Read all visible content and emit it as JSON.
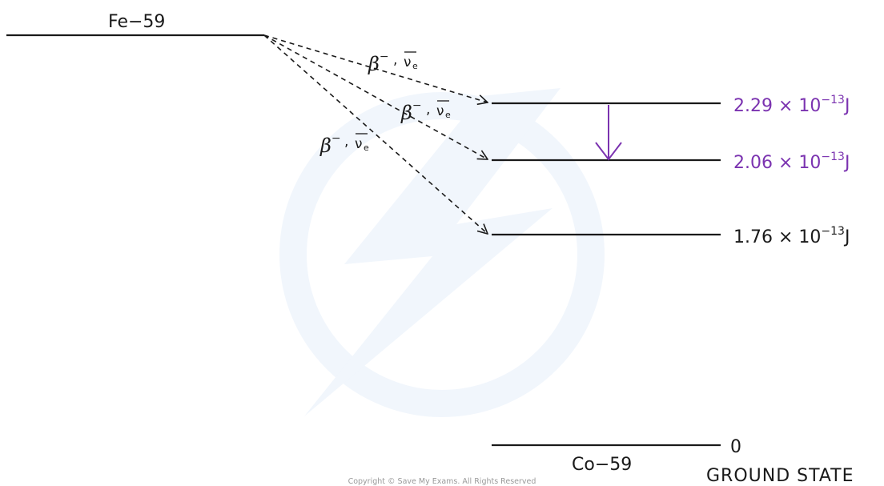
{
  "parent": {
    "nuclide": "Fe−59"
  },
  "daughter": {
    "nuclide": "Co−59",
    "state_label": "GROUND STATE"
  },
  "levels": [
    {
      "energy_label": "2.29 × 10",
      "exponent": "−13",
      "unit": "J",
      "color": "#7b33b0"
    },
    {
      "energy_label": "2.06 × 10",
      "exponent": "−13",
      "unit": "J",
      "color": "#7b33b0"
    },
    {
      "energy_label": "1.76 × 10",
      "exponent": "−13",
      "unit": "J",
      "color": "#1a1a1a"
    },
    {
      "energy_label": "0",
      "exponent": "",
      "unit": "",
      "color": "#1a1a1a"
    }
  ],
  "decays": [
    {
      "particle": "β",
      "charge": "−",
      "separator": ",",
      "neutrino": "ν",
      "neutrino_sub": "e"
    },
    {
      "particle": "β",
      "charge": "−",
      "separator": ",",
      "neutrino": "ν",
      "neutrino_sub": "e"
    },
    {
      "particle": "β",
      "charge": "−",
      "separator": ",",
      "neutrino": "ν",
      "neutrino_sub": "e"
    }
  ],
  "gamma_color": "#7b33b0",
  "copyright": "Copyright © Save My Exams. All Rights Reserved"
}
